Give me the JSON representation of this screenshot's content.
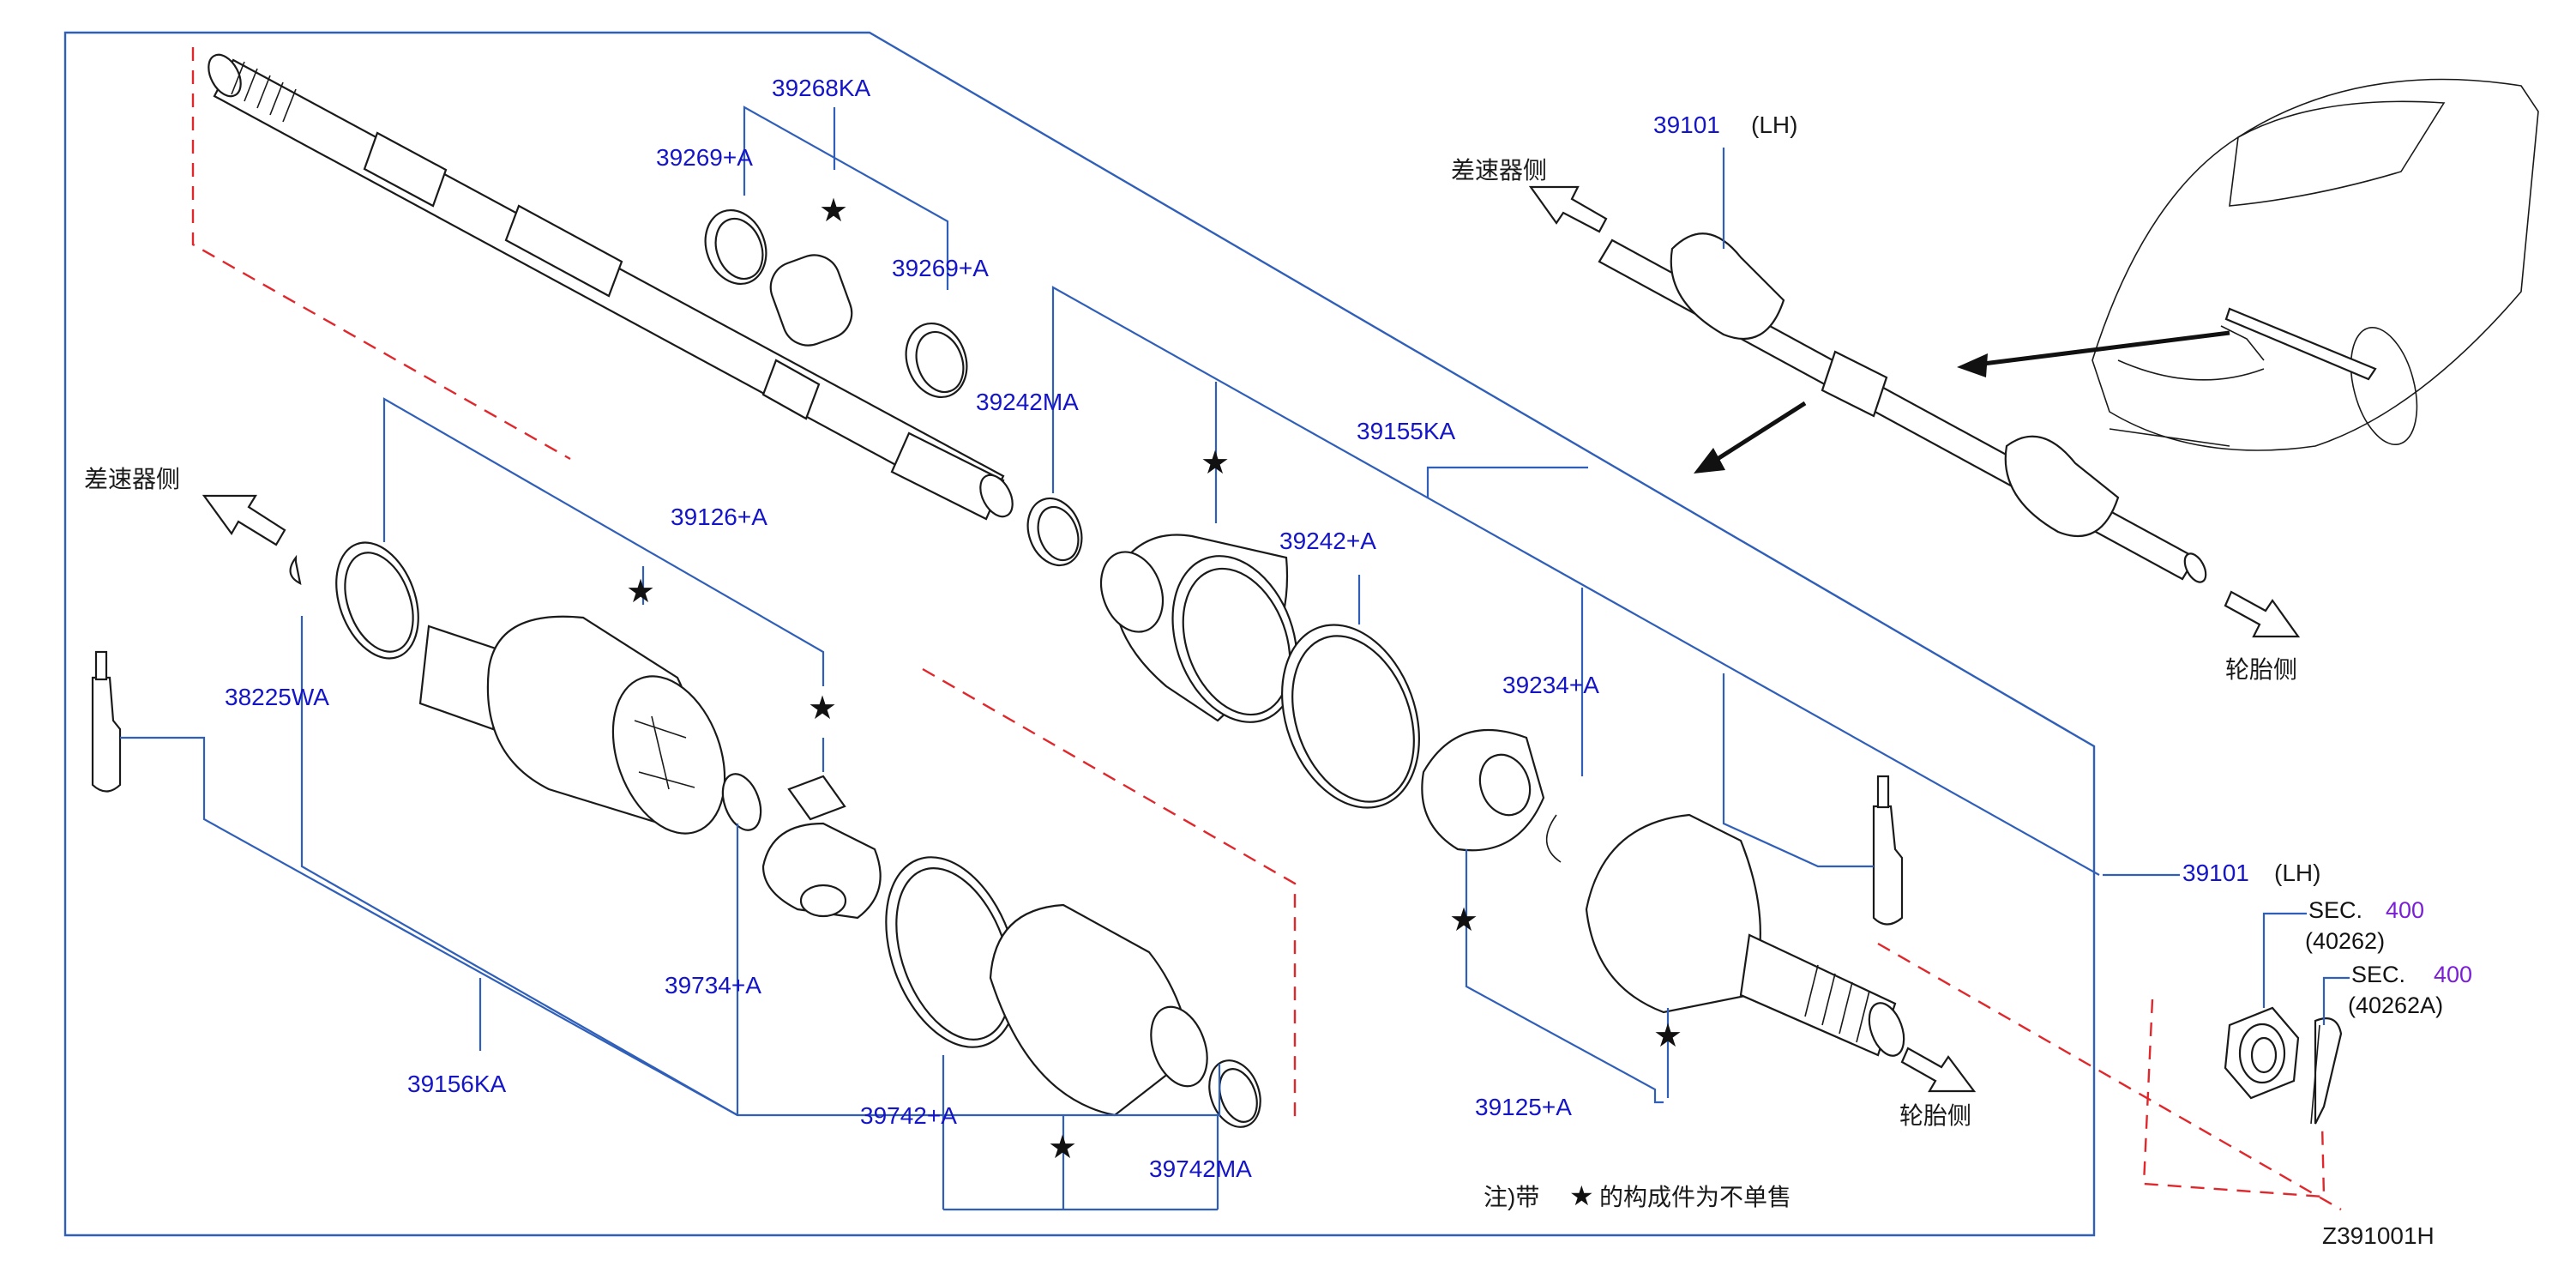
{
  "diagram": {
    "code": "Z391001H",
    "note_prefix": "注)带",
    "note_suffix": "的构成件为不单售",
    "star_symbol": "★",
    "direction_labels": {
      "diff_side_left": "差速器侧",
      "diff_side_right": "差速器侧",
      "tire_side_bottom": "轮胎侧",
      "tire_side_right": "轮胎侧"
    },
    "assembly_top": {
      "part": "39101",
      "side": "(LH)"
    },
    "assembly_right": {
      "part": "39101",
      "side": "(LH)"
    },
    "sec_refs": [
      {
        "prefix": "SEC.",
        "section": "400",
        "code": "(40262)"
      },
      {
        "prefix": "SEC.",
        "section": "400",
        "code": "(40262A)"
      }
    ],
    "parts": {
      "p39268KA": "39268KA",
      "p39269A_left": "39269+A",
      "p39269A_right": "39269+A",
      "p39242MA": "39242MA",
      "p39155KA": "39155KA",
      "p39242A": "39242+A",
      "p39126A": "39126+A",
      "p38225WA": "38225WA",
      "p39234A": "39234+A",
      "p39734A": "39734+A",
      "p39156KA": "39156KA",
      "p39742A": "39742+A",
      "p39742MA": "39742MA",
      "p39125A": "39125+A"
    },
    "colors": {
      "part_number": "#1515c8",
      "leader_line": "#2f5fb8",
      "dashed_guide": "#e0282c",
      "section_number": "#7a1fd6"
    }
  }
}
